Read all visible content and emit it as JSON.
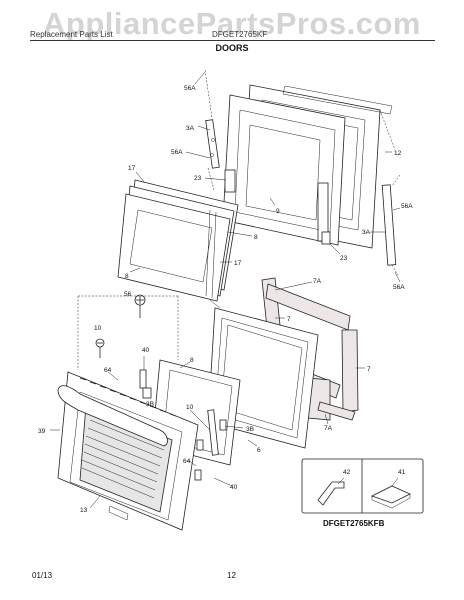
{
  "watermark": "AppliancePartsPros.com",
  "header": {
    "left_text": "Replacement Parts List",
    "model_text": "DFGET2765KF"
  },
  "section_title": "DOORS",
  "model_code": "DFGET2765KFB",
  "footer": {
    "date": "01/13",
    "page": "12"
  },
  "callouts": {
    "c56A_a": "56A",
    "c3A_a": "3A",
    "c56A_b": "56A",
    "c12": "12",
    "c23_a": "23",
    "c9": "9",
    "c17_a": "17",
    "c8_a": "8",
    "c17_b": "17",
    "c8_b": "8",
    "c23_b": "23",
    "c56A_c": "56A",
    "c3A_b": "3A",
    "c56A_d": "56A",
    "c56": "56",
    "c10_a": "10",
    "c40_a": "40",
    "c64_a": "64",
    "c3B_a": "3B",
    "c8_c": "8",
    "c7A_a": "7A",
    "c7_a": "7",
    "c7_b": "7",
    "c7A_b": "7A",
    "c39": "39",
    "c10_b": "10",
    "c3B_b": "3B",
    "c64_b": "64",
    "c40_b": "40",
    "c6": "6",
    "c13": "13",
    "c42": "42",
    "c41": "41"
  }
}
